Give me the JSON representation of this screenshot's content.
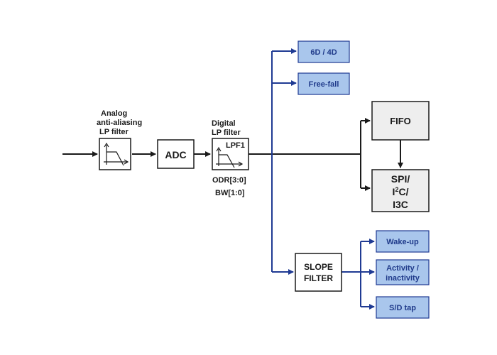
{
  "colors": {
    "black_line": "#1a1a1a",
    "blue_line": "#1f3a93",
    "blue_box_fill": "#a9c6ec",
    "blue_box_stroke": "#1f3a93",
    "gray_box_fill": "#eeeeee"
  },
  "labels": {
    "analog_filter_line1": "Analog",
    "analog_filter_line2": "anti-aliasing",
    "analog_filter_line3": "LP filter",
    "digital_filter_line1": "Digital",
    "digital_filter_line2": "LP filter",
    "lpf1": "LPF1",
    "odr": "ODR[3:0]",
    "bw": "BW[1:0]"
  },
  "blocks": {
    "adc": "ADC",
    "fifo": "FIFO",
    "slope_filter_line1": "SLOPE",
    "slope_filter_line2": "FILTER",
    "spi_line1": "SPI/",
    "spi_line2_base": "I",
    "spi_line2_sup": "2",
    "spi_line2_rest": "C/",
    "spi_line3": "I3C"
  },
  "outputs": {
    "six_d": "6D / 4D",
    "free_fall": "Free-fall",
    "wake_up": "Wake-up",
    "activity_line1": "Activity /",
    "activity_line2": "inactivity",
    "sd_tap": "S/D tap"
  },
  "icons": {
    "analog_filter": "lowpass-filter-response-icon",
    "digital_filter": "lowpass-filter-response-icon"
  }
}
